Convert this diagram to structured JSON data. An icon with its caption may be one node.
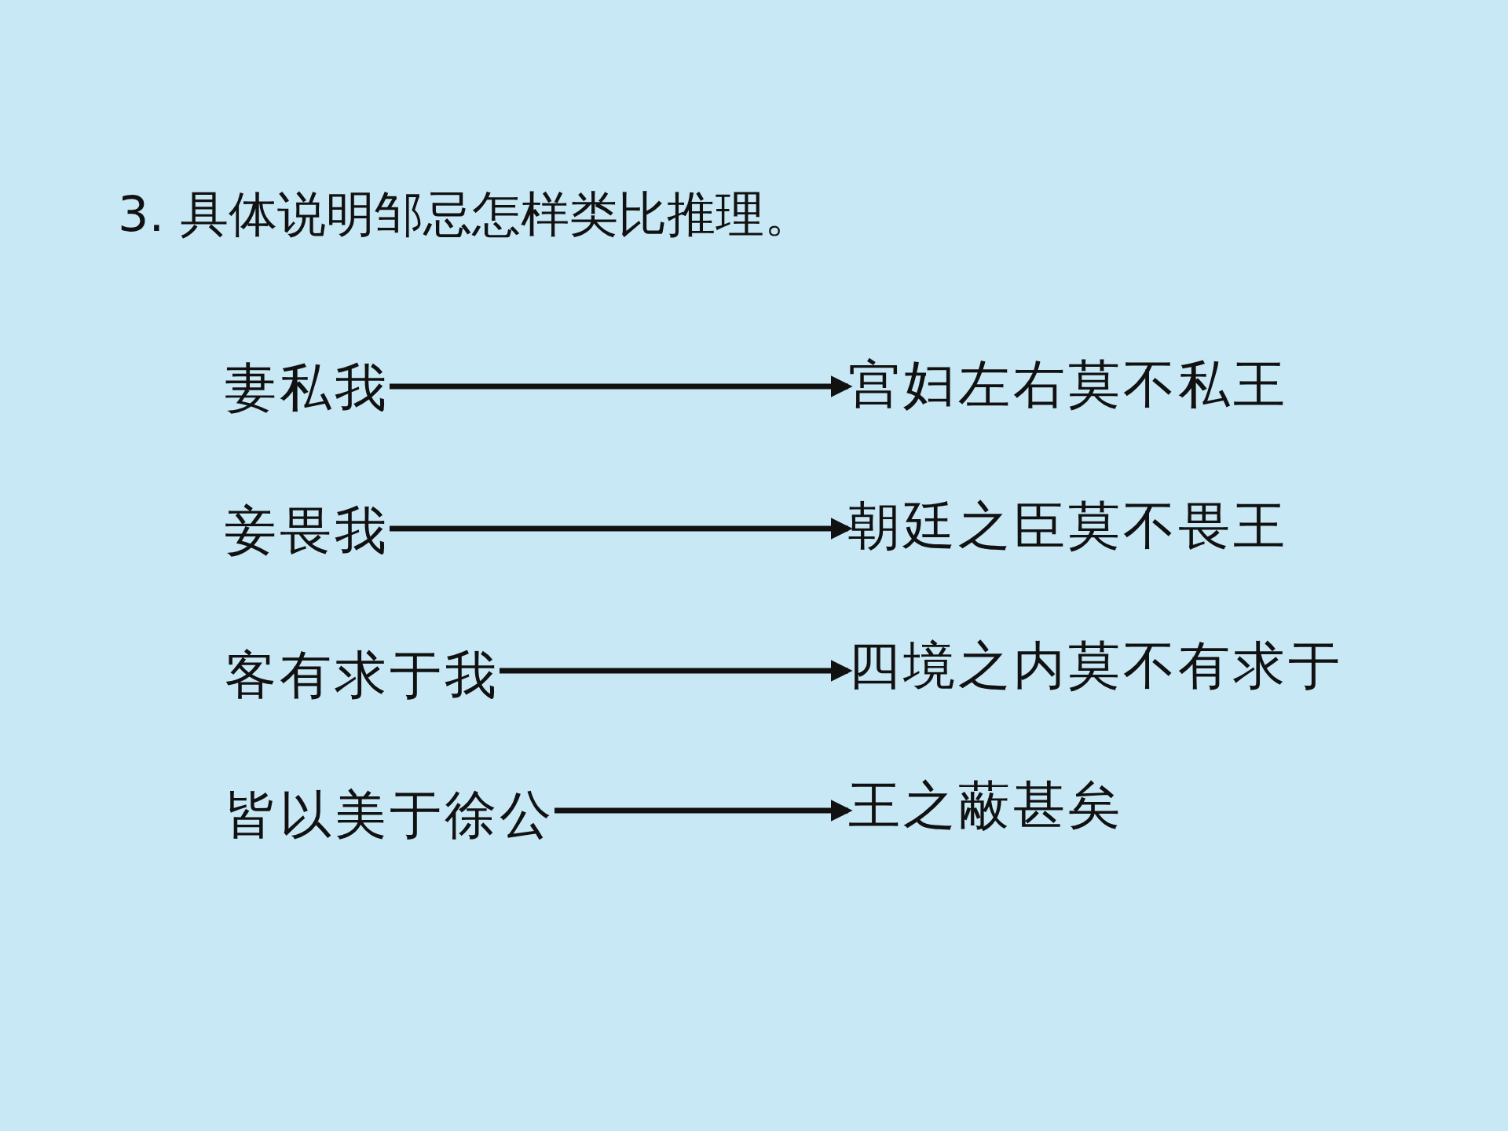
{
  "diagram": {
    "title": "3. 具体说明邹忌怎样类比推理。",
    "nodes": [
      {
        "text": [
          "妻私我"
        ]
      },
      {
        "text": [
          "宫妇左右莫不私王"
        ]
      },
      {
        "text": [
          "妾畏我"
        ]
      },
      {
        "text": [
          "朝廷之臣莫不畏王"
        ]
      },
      {
        "text": [
          "客有求于我"
        ]
      },
      {
        "text": [
          "四境之内莫不有求于"
        ]
      },
      {
        "text": [
          "皆以美于徐公"
        ]
      },
      {
        "text": [
          "王之蔽甚矣"
        ]
      }
    ],
    "edges": [
      {
        "from": 0,
        "to": 1,
        "arrow": "to"
      },
      {
        "from": 2,
        "to": 3,
        "arrow": "to"
      },
      {
        "from": 4,
        "to": 5,
        "arrow": "to"
      },
      {
        "from": 6,
        "to": 7,
        "arrow": "to"
      }
    ]
  }
}
